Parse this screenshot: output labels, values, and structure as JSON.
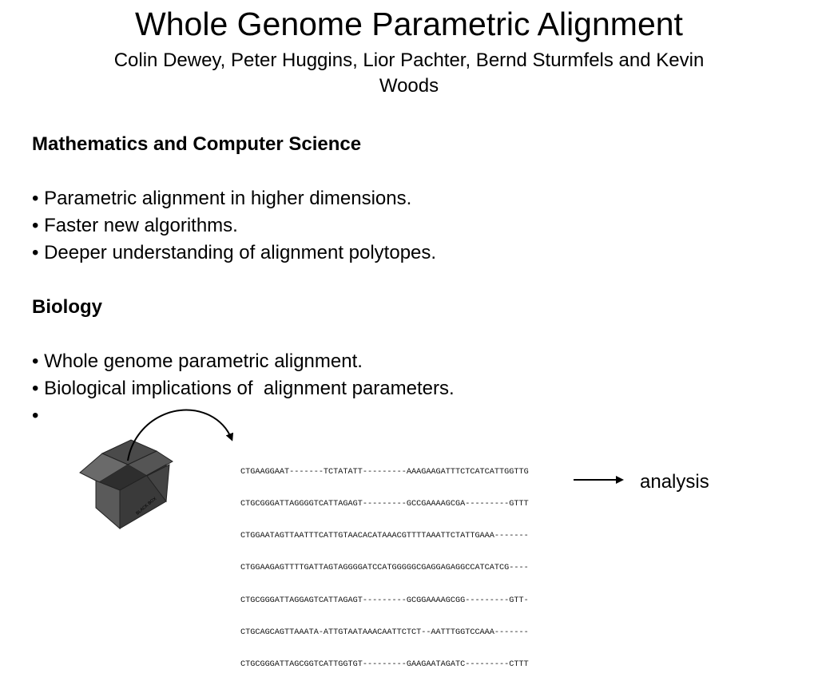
{
  "header": {
    "title": "Whole Genome Parametric Alignment",
    "authors_line1": "Colin Dewey, Peter Huggins, Lior Pachter, Bernd Sturmfels and Kevin",
    "authors_line2": "Woods"
  },
  "sections": [
    {
      "heading": "Mathematics and Computer Science",
      "bullets": [
        "• Parametric alignment in higher dimensions.",
        "• Faster new algorithms.",
        "• Deeper understanding of alignment polytopes."
      ]
    },
    {
      "heading": "Biology",
      "bullets": [
        "• Whole genome parametric alignment.",
        "• Biological implications of  alignment parameters.",
        "•"
      ]
    }
  ],
  "figure": {
    "box_label": "BLACK BOX",
    "sequences": [
      "CTGAAGGAAT-------TCTATATT---------AAAGAAGATTTCTCATCATTGGTTG",
      "CTGCGGGATTAGGGGTCATTAGAGT---------GCCGAAAAGCGA---------GTTT",
      "CTGGAATAGTTAATTTCATTGTAACACATAAACGTTTTAAATTCTATTGAAA-------",
      "CTGGAAGAGTTTTGATTAGTAGGGGATCCATGGGGGCGAGGAGAGGCCATCATCG----",
      "CTGCGGGATTAGGAGTCATTAGAGT---------GCGGAAAAGCGG---------GTT-",
      "CTGCAGCAGTTAAATA-ATTGTAATAAACAATTCTCT--AATTTGGTCCAAA-------",
      "CTGCGGGATTAGCGGTCATTGGTGT---------GAAGAATAGATC---------CTTT"
    ],
    "analysis_label": "analysis",
    "colors": {
      "box_dark": "#3a3a3a",
      "box_mid": "#5a5a5a",
      "box_light": "#7a7a7a"
    }
  }
}
